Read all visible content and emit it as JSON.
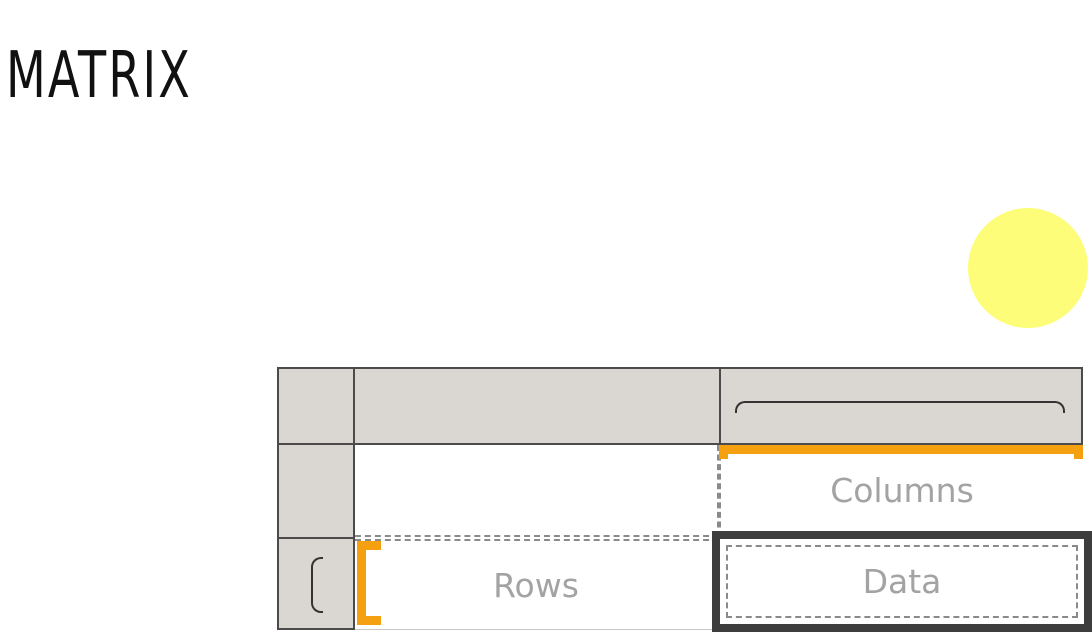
{
  "title": "MATRIX",
  "matrix": {
    "columns_label": "Columns",
    "rows_label": "Rows",
    "data_label": "Data"
  },
  "colors": {
    "accent": "#f5a010",
    "header_fill": "#dad6d2",
    "highlight": "#fdfd73"
  }
}
